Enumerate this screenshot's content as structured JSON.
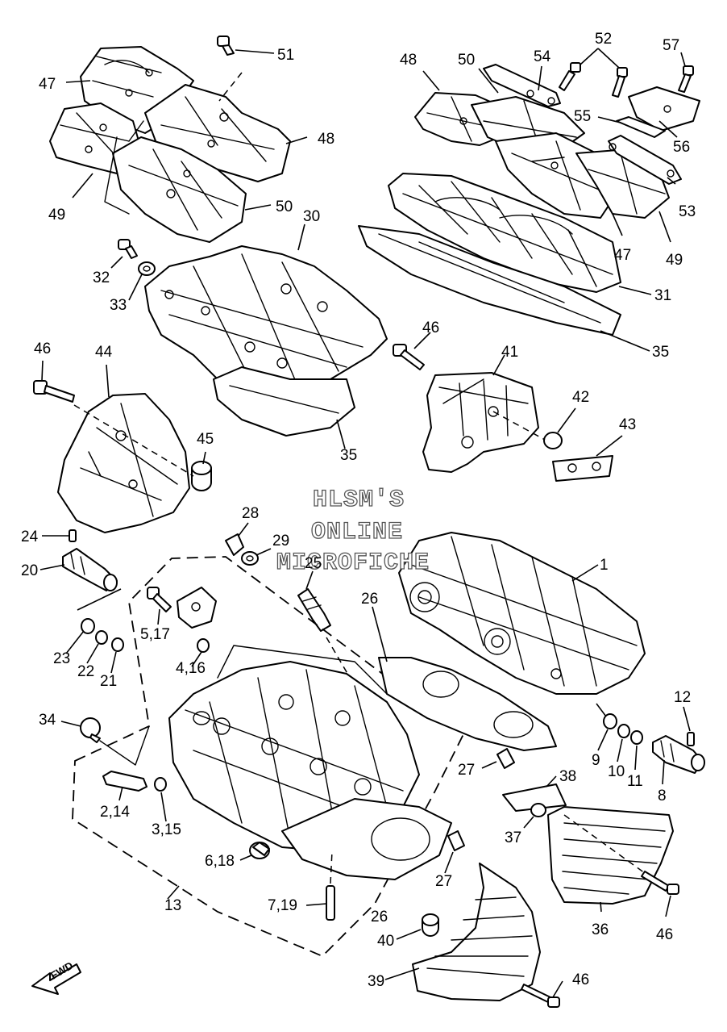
{
  "watermark": {
    "line1": "HLSM'S",
    "line2": "ONLINE",
    "line3": "MICROFICHE"
  },
  "fwd_label": "FWD",
  "callouts": {
    "c1": "1",
    "c2_14": "2,14",
    "c3_15": "3,15",
    "c4_16": "4,16",
    "c5_17": "5,17",
    "c6_18": "6,18",
    "c7_19": "7,19",
    "c8": "8",
    "c9": "9",
    "c10": "10",
    "c11": "11",
    "c12": "12",
    "c13": "13",
    "c20": "20",
    "c21": "21",
    "c22": "22",
    "c23": "23",
    "c24": "24",
    "c25": "25",
    "c26a": "26",
    "c26b": "26",
    "c27a": "27",
    "c27b": "27",
    "c28": "28",
    "c29": "29",
    "c30": "30",
    "c31": "31",
    "c32": "32",
    "c33": "33",
    "c34": "34",
    "c35a": "35",
    "c35b": "35",
    "c36": "36",
    "c37": "37",
    "c38": "38",
    "c39": "39",
    "c40": "40",
    "c41": "41",
    "c42": "42",
    "c43": "43",
    "c44": "44",
    "c45": "45",
    "c46a": "46",
    "c46b": "46",
    "c46c": "46",
    "c46d": "46",
    "c47a": "47",
    "c47b": "47",
    "c48a": "48",
    "c48b": "48",
    "c49a": "49",
    "c49b": "49",
    "c50a": "50",
    "c50b": "50",
    "c51": "51",
    "c52": "52",
    "c53": "53",
    "c54": "54",
    "c55": "55",
    "c56": "56",
    "c57": "57"
  }
}
